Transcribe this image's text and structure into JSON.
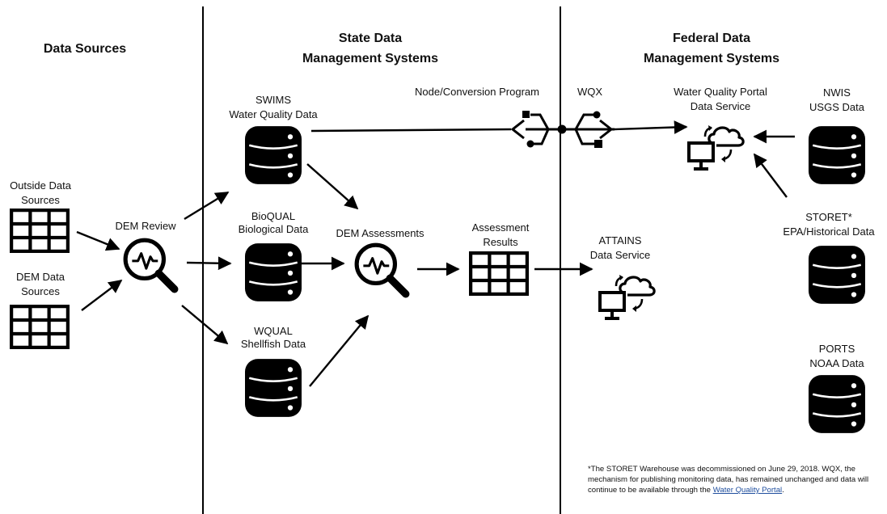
{
  "headers": {
    "data_sources": "Data Sources",
    "state_line1": "State Data",
    "state_line2": "Management Systems",
    "federal_line1": "Federal Data",
    "federal_line2": "Management Systems"
  },
  "labels": {
    "outside_data_sources_1": "Outside Data",
    "outside_data_sources_2": "Sources",
    "dem_data_sources_1": "DEM Data",
    "dem_data_sources_2": "Sources",
    "dem_review": "DEM Review",
    "swims_1": "SWIMS",
    "swims_2": "Water Quality Data",
    "bioqual_1": "BioQUAL",
    "bioqual_2": "Biological Data",
    "wqual_1": "WQUAL",
    "wqual_2": "Shellfish Data",
    "dem_assessments": "DEM Assessments",
    "assessment_results_1": "Assessment",
    "assessment_results_2": "Results",
    "node_conversion": "Node/Conversion Program",
    "wqx": "WQX",
    "wqp_1": "Water Quality Portal",
    "wqp_2": "Data Service",
    "attains_1": "ATTAINS",
    "attains_2": "Data Service",
    "nwis_1": "NWIS",
    "nwis_2": "USGS Data",
    "storet_1": "STORET*",
    "storet_2": "EPA/Historical Data",
    "ports_1": "PORTS",
    "ports_2": "NOAA Data"
  },
  "footnote": {
    "text": "*The STORET Warehouse was decommissioned on June 29, 2018.  WQX, the mechanism for publishing monitoring data, has remained unchanged and data will continue to be available through the ",
    "link": "Water Quality Portal",
    "end": "."
  },
  "colors": {
    "ink": "#000000",
    "link": "#1f4e9e"
  },
  "icons": {
    "database": "database-icon",
    "table": "table-icon",
    "magnifier": "magnifier-waveform-icon",
    "cloud_computer": "cloud-computer-icon",
    "usb": "usb-connector-icon"
  }
}
